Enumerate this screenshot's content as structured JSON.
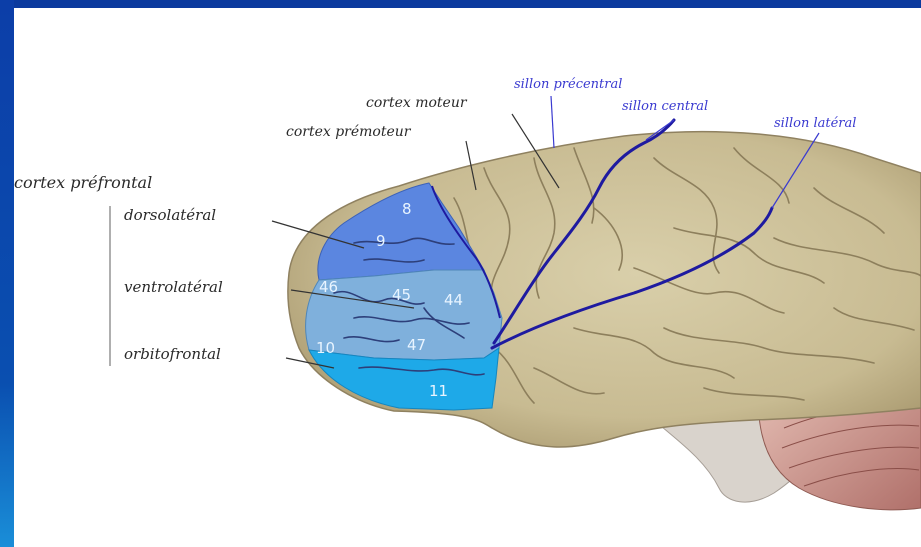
{
  "labels": {
    "prefrontal": "cortex préfrontal",
    "dorsolateral": "dorsolatéral",
    "ventrolateral": "ventrolatéral",
    "orbitofrontal": "orbitofrontal",
    "motor": "cortex moteur",
    "premotor": "cortex prémoteur",
    "precentral_sulcus": "sillon précentral",
    "central_sulcus": "sillon central",
    "lateral_sulcus": "sillon latéral"
  },
  "areas": {
    "a8": "8",
    "a9": "9",
    "a46": "46",
    "a45": "45",
    "a44": "44",
    "a10": "10",
    "a47": "47",
    "a11": "11"
  },
  "colors": {
    "frame": "#0b3a9e",
    "brain": "#cbbf98",
    "dorsolateral": "#5b86e0",
    "ventrolateral": "#7fb0dc",
    "orbitofrontal": "#1ea9e8",
    "sulcus": "#1e1aa0"
  }
}
